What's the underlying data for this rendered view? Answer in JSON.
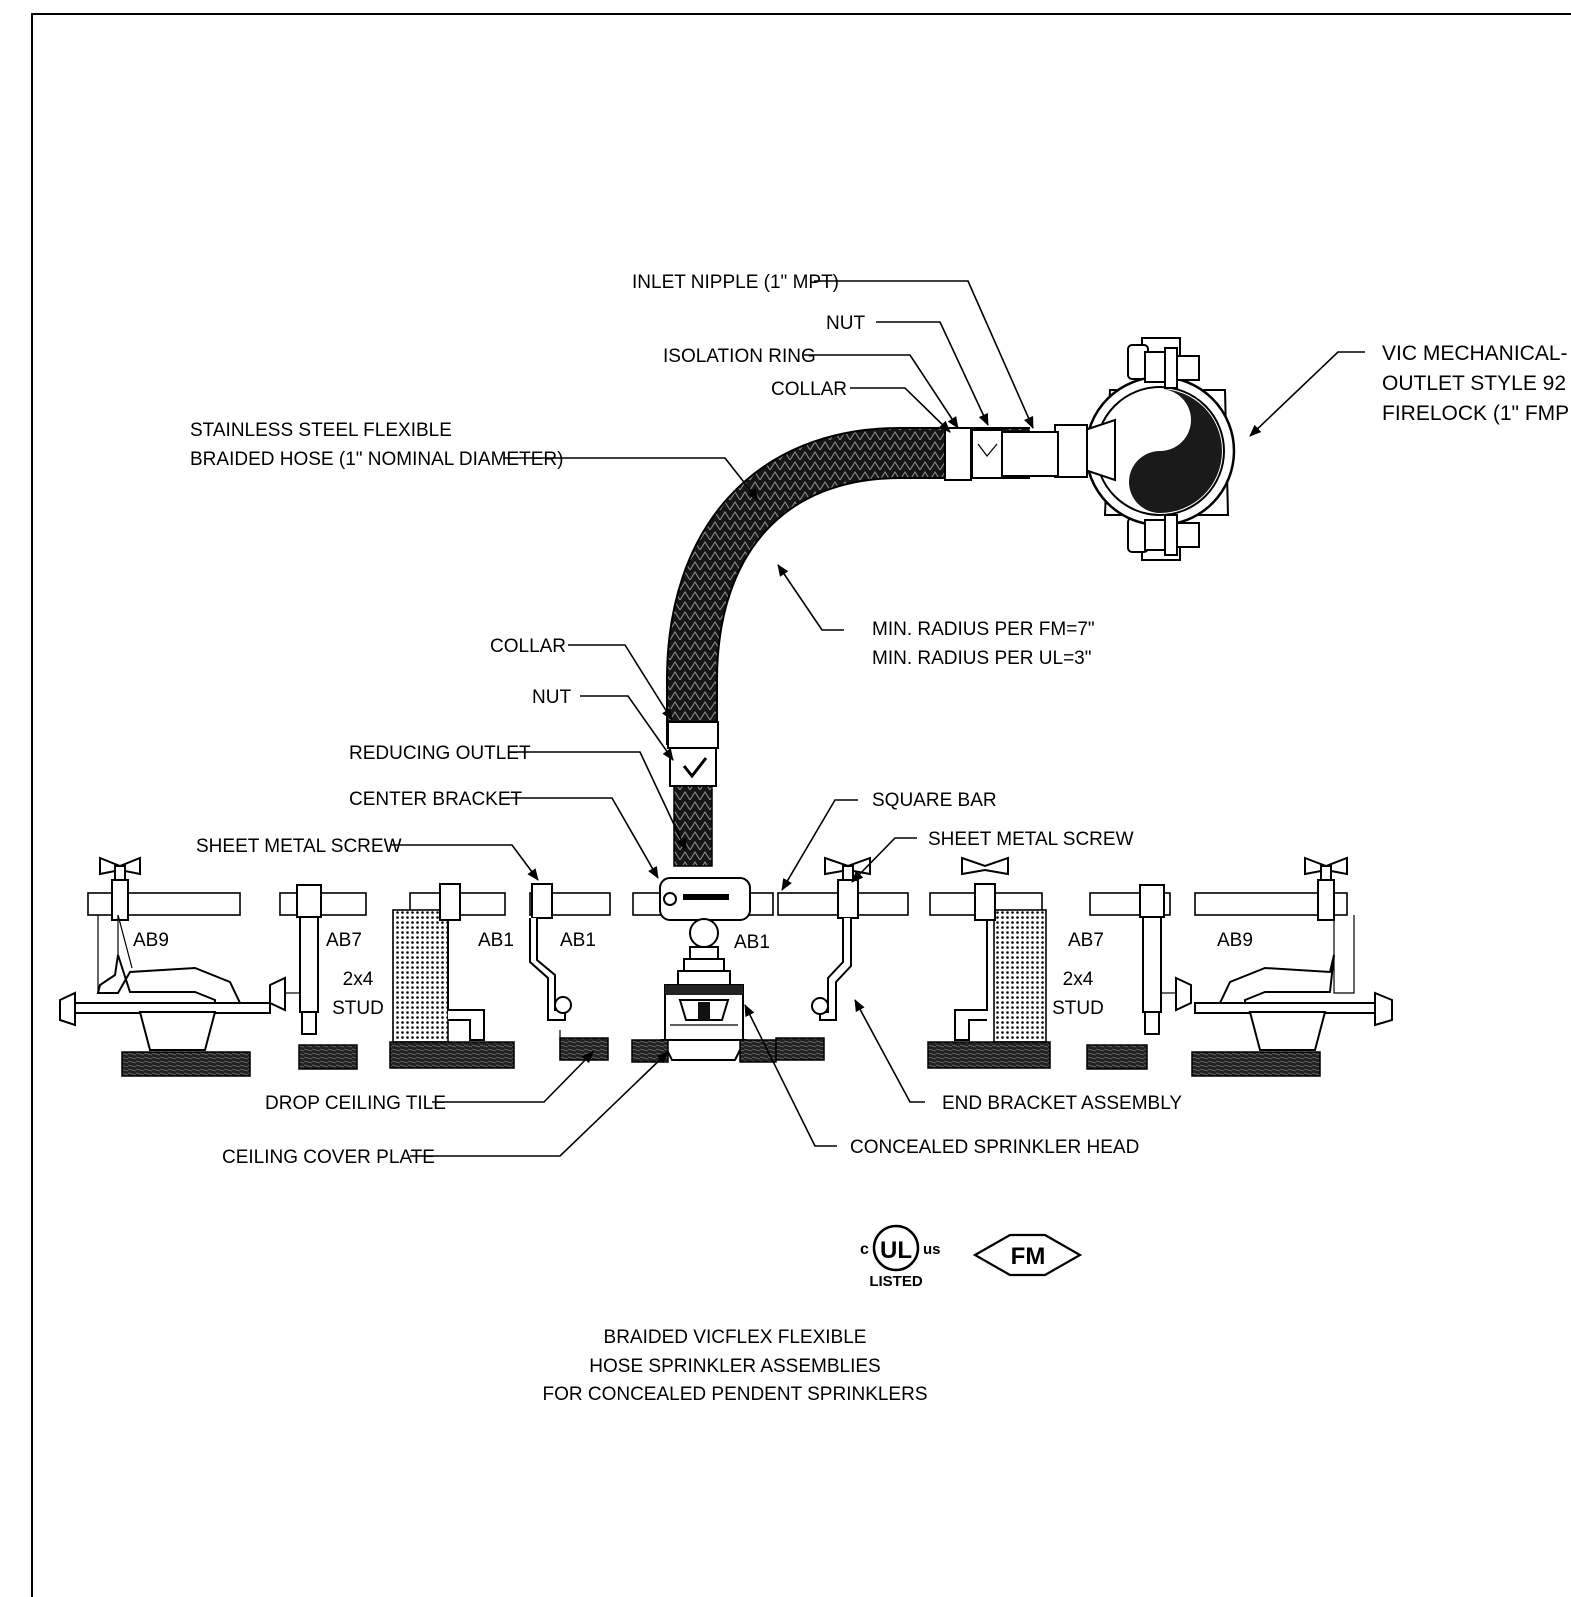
{
  "labels": {
    "inlet_nipple": "INLET NIPPLE (1\" MPT)",
    "nut_top": "NUT",
    "isolation_ring": "ISOLATION RING",
    "collar_top": "COLLAR",
    "vic_outlet": [
      "VIC MECHANICAL-",
      "OUTLET STYLE 92",
      "FIRELOCK (1\" FMP"
    ],
    "braided_hose": [
      "STAINLESS STEEL FLEXIBLE",
      "BRAIDED HOSE (1\" NOMINAL DIAMETER)"
    ],
    "min_radius": [
      "MIN. RADIUS PER FM=7\"",
      "MIN. RADIUS PER UL=3\""
    ],
    "collar_bottom": "COLLAR",
    "nut_bottom": "NUT",
    "reducing_outlet": "REDUCING OUTLET",
    "center_bracket": "CENTER BRACKET",
    "square_bar": "SQUARE BAR",
    "sheet_metal_screw_left": "SHEET METAL SCREW",
    "sheet_metal_screw_right": "SHEET METAL SCREW",
    "drop_ceiling_tile": "DROP CEILING TILE",
    "ceiling_cover_plate": "CEILING COVER PLATE",
    "end_bracket_assembly": "END BRACKET ASSEMBLY",
    "concealed_sprinkler_head": "CONCEALED SPRINKLER HEAD"
  },
  "bracket_tags": {
    "ab9_left": "AB9",
    "ab7_left": "AB7",
    "stud_left": [
      "2x4",
      "STUD"
    ],
    "ab1_a": "AB1",
    "ab1_b": "AB1",
    "ab1_center": "AB1",
    "ab7_right": "AB7",
    "stud_right": [
      "2x4",
      "STUD"
    ],
    "ab9_right": "AB9"
  },
  "certification": {
    "ul_c": "c",
    "ul_mark": "UL",
    "ul_us": "us",
    "ul_listed": "LISTED",
    "fm": "FM"
  },
  "caption": [
    "BRAIDED VICFLEX FLEXIBLE",
    "HOSE SPRINKLER ASSEMBLIES",
    "FOR CONCEALED PENDENT SPRINKLERS"
  ],
  "colors": {
    "ink": "#000000",
    "paper": "#ffffff"
  }
}
